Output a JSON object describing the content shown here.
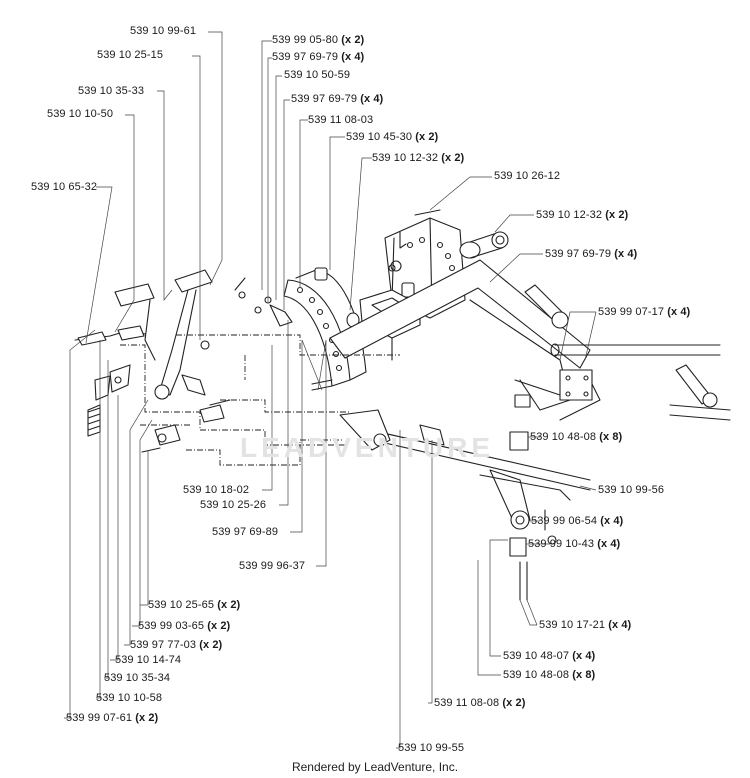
{
  "callouts": [
    {
      "part": "539 10 99-61",
      "qty": ""
    },
    {
      "part": "539 99 05-80",
      "qty": "(x 2)"
    },
    {
      "part": "539 10 25-15",
      "qty": ""
    },
    {
      "part": "539 97 69-79",
      "qty": "(x 4)"
    },
    {
      "part": "539 10 50-59",
      "qty": ""
    },
    {
      "part": "539 10 35-33",
      "qty": ""
    },
    {
      "part": "539 97 69-79",
      "qty": "(x 4)"
    },
    {
      "part": "539 10 10-50",
      "qty": ""
    },
    {
      "part": "539 11 08-03",
      "qty": ""
    },
    {
      "part": "539 10 45-30",
      "qty": "(x 2)"
    },
    {
      "part": "539 10 12-32",
      "qty": "(x 2)"
    },
    {
      "part": "539 10 65-32",
      "qty": ""
    },
    {
      "part": "539 10 26-12",
      "qty": ""
    },
    {
      "part": "539 10 12-32",
      "qty": "(x 2)"
    },
    {
      "part": "539 97 69-79",
      "qty": "(x 4)"
    },
    {
      "part": "539 99 07-17",
      "qty": "(x 4)"
    },
    {
      "part": "539 10 48-08",
      "qty": "(x 8)"
    },
    {
      "part": "539 10 18-02",
      "qty": ""
    },
    {
      "part": "539 10 99-56",
      "qty": ""
    },
    {
      "part": "539 10 25-26",
      "qty": ""
    },
    {
      "part": "539 99 06-54",
      "qty": "(x 4)"
    },
    {
      "part": "539 97 69-89",
      "qty": ""
    },
    {
      "part": "539 99 10-43",
      "qty": "(x 4)"
    },
    {
      "part": "539 99 96-37",
      "qty": ""
    },
    {
      "part": "539 10 25-65",
      "qty": "(x 2)"
    },
    {
      "part": "539 10 17-21",
      "qty": "(x 4)"
    },
    {
      "part": "539 99 03-65",
      "qty": "(x 2)"
    },
    {
      "part": "539 97 77-03",
      "qty": "(x 2)"
    },
    {
      "part": "539 10 48-07",
      "qty": "(x 4)"
    },
    {
      "part": "539 10 14-74",
      "qty": ""
    },
    {
      "part": "539 10 48-08",
      "qty": "(x 8)"
    },
    {
      "part": "539 10 35-34",
      "qty": ""
    },
    {
      "part": "539 10 10-58",
      "qty": ""
    },
    {
      "part": "539 11 08-08",
      "qty": "(x 2)"
    },
    {
      "part": "539 99 07-61",
      "qty": "(x 2)"
    },
    {
      "part": "539 10 99-55",
      "qty": ""
    }
  ],
  "watermark": "LEADVENTURE",
  "footer": "Rendered by LeadVenture, Inc."
}
